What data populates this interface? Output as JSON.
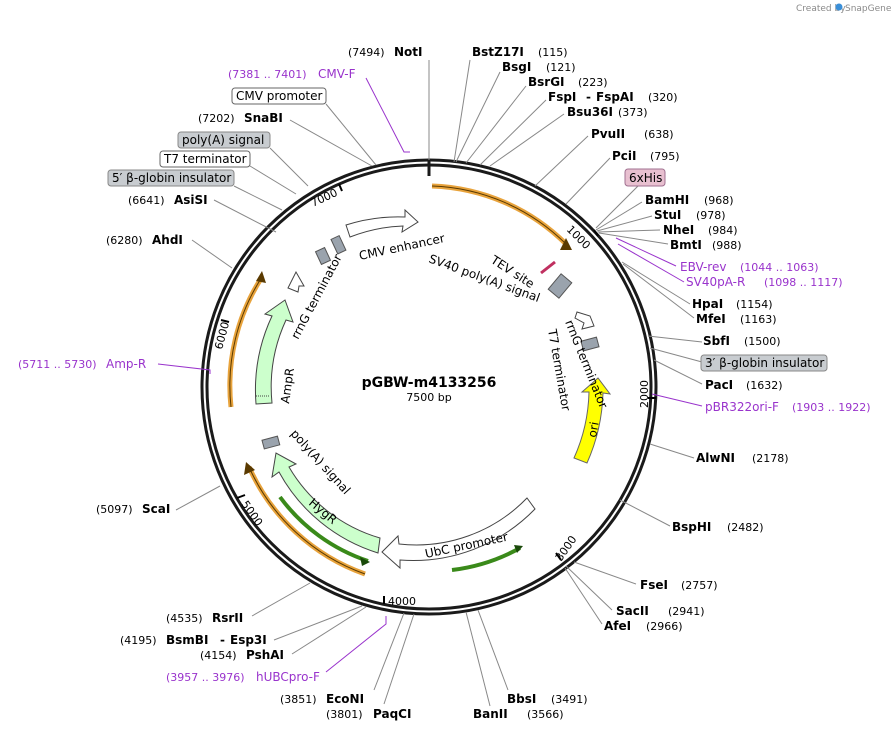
{
  "brand": {
    "created_by": "Created by",
    "name": "SnapGene"
  },
  "plasmid": {
    "name": "pGBW-m4133256",
    "size_label": "7500 bp"
  },
  "ticks": [
    "1000",
    "2000",
    "3000",
    "4000",
    "5000",
    "6000",
    "7000"
  ],
  "sites": [
    {
      "name": "NotI",
      "pos": "(7494)"
    },
    {
      "name": "BstZ17I",
      "pos": "(115)"
    },
    {
      "name": "BsgI",
      "pos": "(121)"
    },
    {
      "name": "BsrGI",
      "pos": "(223)"
    },
    {
      "name": "FspI",
      "sep": "-",
      "name2": "FspAI",
      "pos": "(320)"
    },
    {
      "name": "Bsu36I",
      "pos": "(373)"
    },
    {
      "name": "PvuII",
      "pos": "(638)"
    },
    {
      "name": "PciI",
      "pos": "(795)"
    },
    {
      "name": "BamHI",
      "pos": "(968)"
    },
    {
      "name": "StuI",
      "pos": "(978)"
    },
    {
      "name": "NheI",
      "pos": "(984)"
    },
    {
      "name": "BmtI",
      "pos": "(988)"
    },
    {
      "name": "HpaI",
      "pos": "(1154)"
    },
    {
      "name": "MfeI",
      "pos": "(1163)"
    },
    {
      "name": "SbfI",
      "pos": "(1500)"
    },
    {
      "name": "PacI",
      "pos": "(1632)"
    },
    {
      "name": "AlwNI",
      "pos": "(2178)"
    },
    {
      "name": "BspHI",
      "pos": "(2482)"
    },
    {
      "name": "FseI",
      "pos": "(2757)"
    },
    {
      "name": "SacII",
      "pos": "(2941)"
    },
    {
      "name": "AfeI",
      "pos": "(2966)"
    },
    {
      "name": "BbsI",
      "pos": "(3491)"
    },
    {
      "name": "BanII",
      "pos": "(3566)"
    },
    {
      "name": "EcoNI",
      "pos": "(3851)"
    },
    {
      "name": "PaqCI",
      "pos": "(3801)"
    },
    {
      "name": "PshAI",
      "pos": "(4154)"
    },
    {
      "name": "BsmBI",
      "sep": "-",
      "name2": "Esp3I",
      "pos": "(4195)"
    },
    {
      "name": "RsrII",
      "pos": "(4535)"
    },
    {
      "name": "ScaI",
      "pos": "(5097)"
    },
    {
      "name": "AhdI",
      "pos": "(6280)"
    },
    {
      "name": "AsiSI",
      "pos": "(6641)"
    },
    {
      "name": "SnaBI",
      "pos": "(7202)"
    }
  ],
  "primers": [
    {
      "name": "CMV-F",
      "pos": "(7381 .. 7401)"
    },
    {
      "name": "EBV-rev",
      "pos": "(1044 .. 1063)"
    },
    {
      "name": "SV40pA-R",
      "pos": "(1098 .. 1117)"
    },
    {
      "name": "pBR322ori-F",
      "pos": "(1903 .. 1922)"
    },
    {
      "name": "hUBCpro-F",
      "pos": "(3957 .. 3976)"
    },
    {
      "name": "Amp-R",
      "pos": "(5711 .. 5730)"
    }
  ],
  "boxed_labels": {
    "cmv_promoter": "CMV promoter",
    "polya_signal": "poly(A) signal",
    "t7_terminator": "T7 terminator",
    "beta_globin_5": "5′ β-globin insulator",
    "his6": "6xHis",
    "beta_globin_3": "3′ β-globin insulator"
  },
  "features": {
    "cmv_enhancer": "CMV enhancer",
    "tev_site": "TEV site",
    "sv40_polya": "SV40 poly(A) signal",
    "rrng_left": "rrnG terminator",
    "rrng_right": "rrnG terminator",
    "t7_right": "T7 terminator",
    "ori": "ori",
    "ubc": "UbC promoter",
    "hygr": "HygR",
    "polya_left": "poly(A) signal",
    "ampr": "AmpR"
  },
  "colors": {
    "backbone": "#1a1a1a",
    "orf": "#e8a33c",
    "ori": "#ffff00",
    "resistance": "#ccffcc",
    "primer": "#9933cc",
    "terminator": "#9aa3ad",
    "his_tag": "#e8c0d0"
  }
}
